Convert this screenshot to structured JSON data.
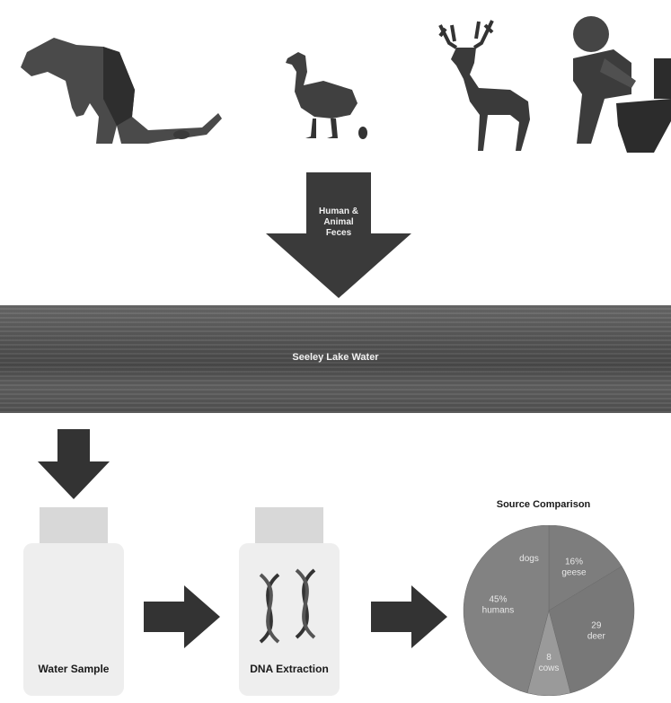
{
  "arrow_text": [
    "Human &",
    "Animal",
    "Feces"
  ],
  "water_label": "Seeley Lake Water",
  "step_labels": {
    "water_sample": "Water Sample",
    "dna_extraction": "DNA Extraction"
  },
  "chart_data": {
    "type": "pie",
    "title": "Source Comparison",
    "slices": [
      {
        "label": "dogs",
        "pct_text": "",
        "value": 0
      },
      {
        "label": "geese",
        "pct_text": "16%",
        "value": 16
      },
      {
        "label": "deer",
        "pct_text": "29",
        "value": 29
      },
      {
        "label": "cows",
        "pct_text": "8",
        "value": 8
      },
      {
        "label": "humans",
        "pct_text": "45%",
        "value": 45
      }
    ]
  },
  "icons": [
    "dog-icon",
    "goose-icon",
    "deer-icon",
    "human-toilet-icon",
    "dna-icon",
    "water-jar-icon"
  ]
}
